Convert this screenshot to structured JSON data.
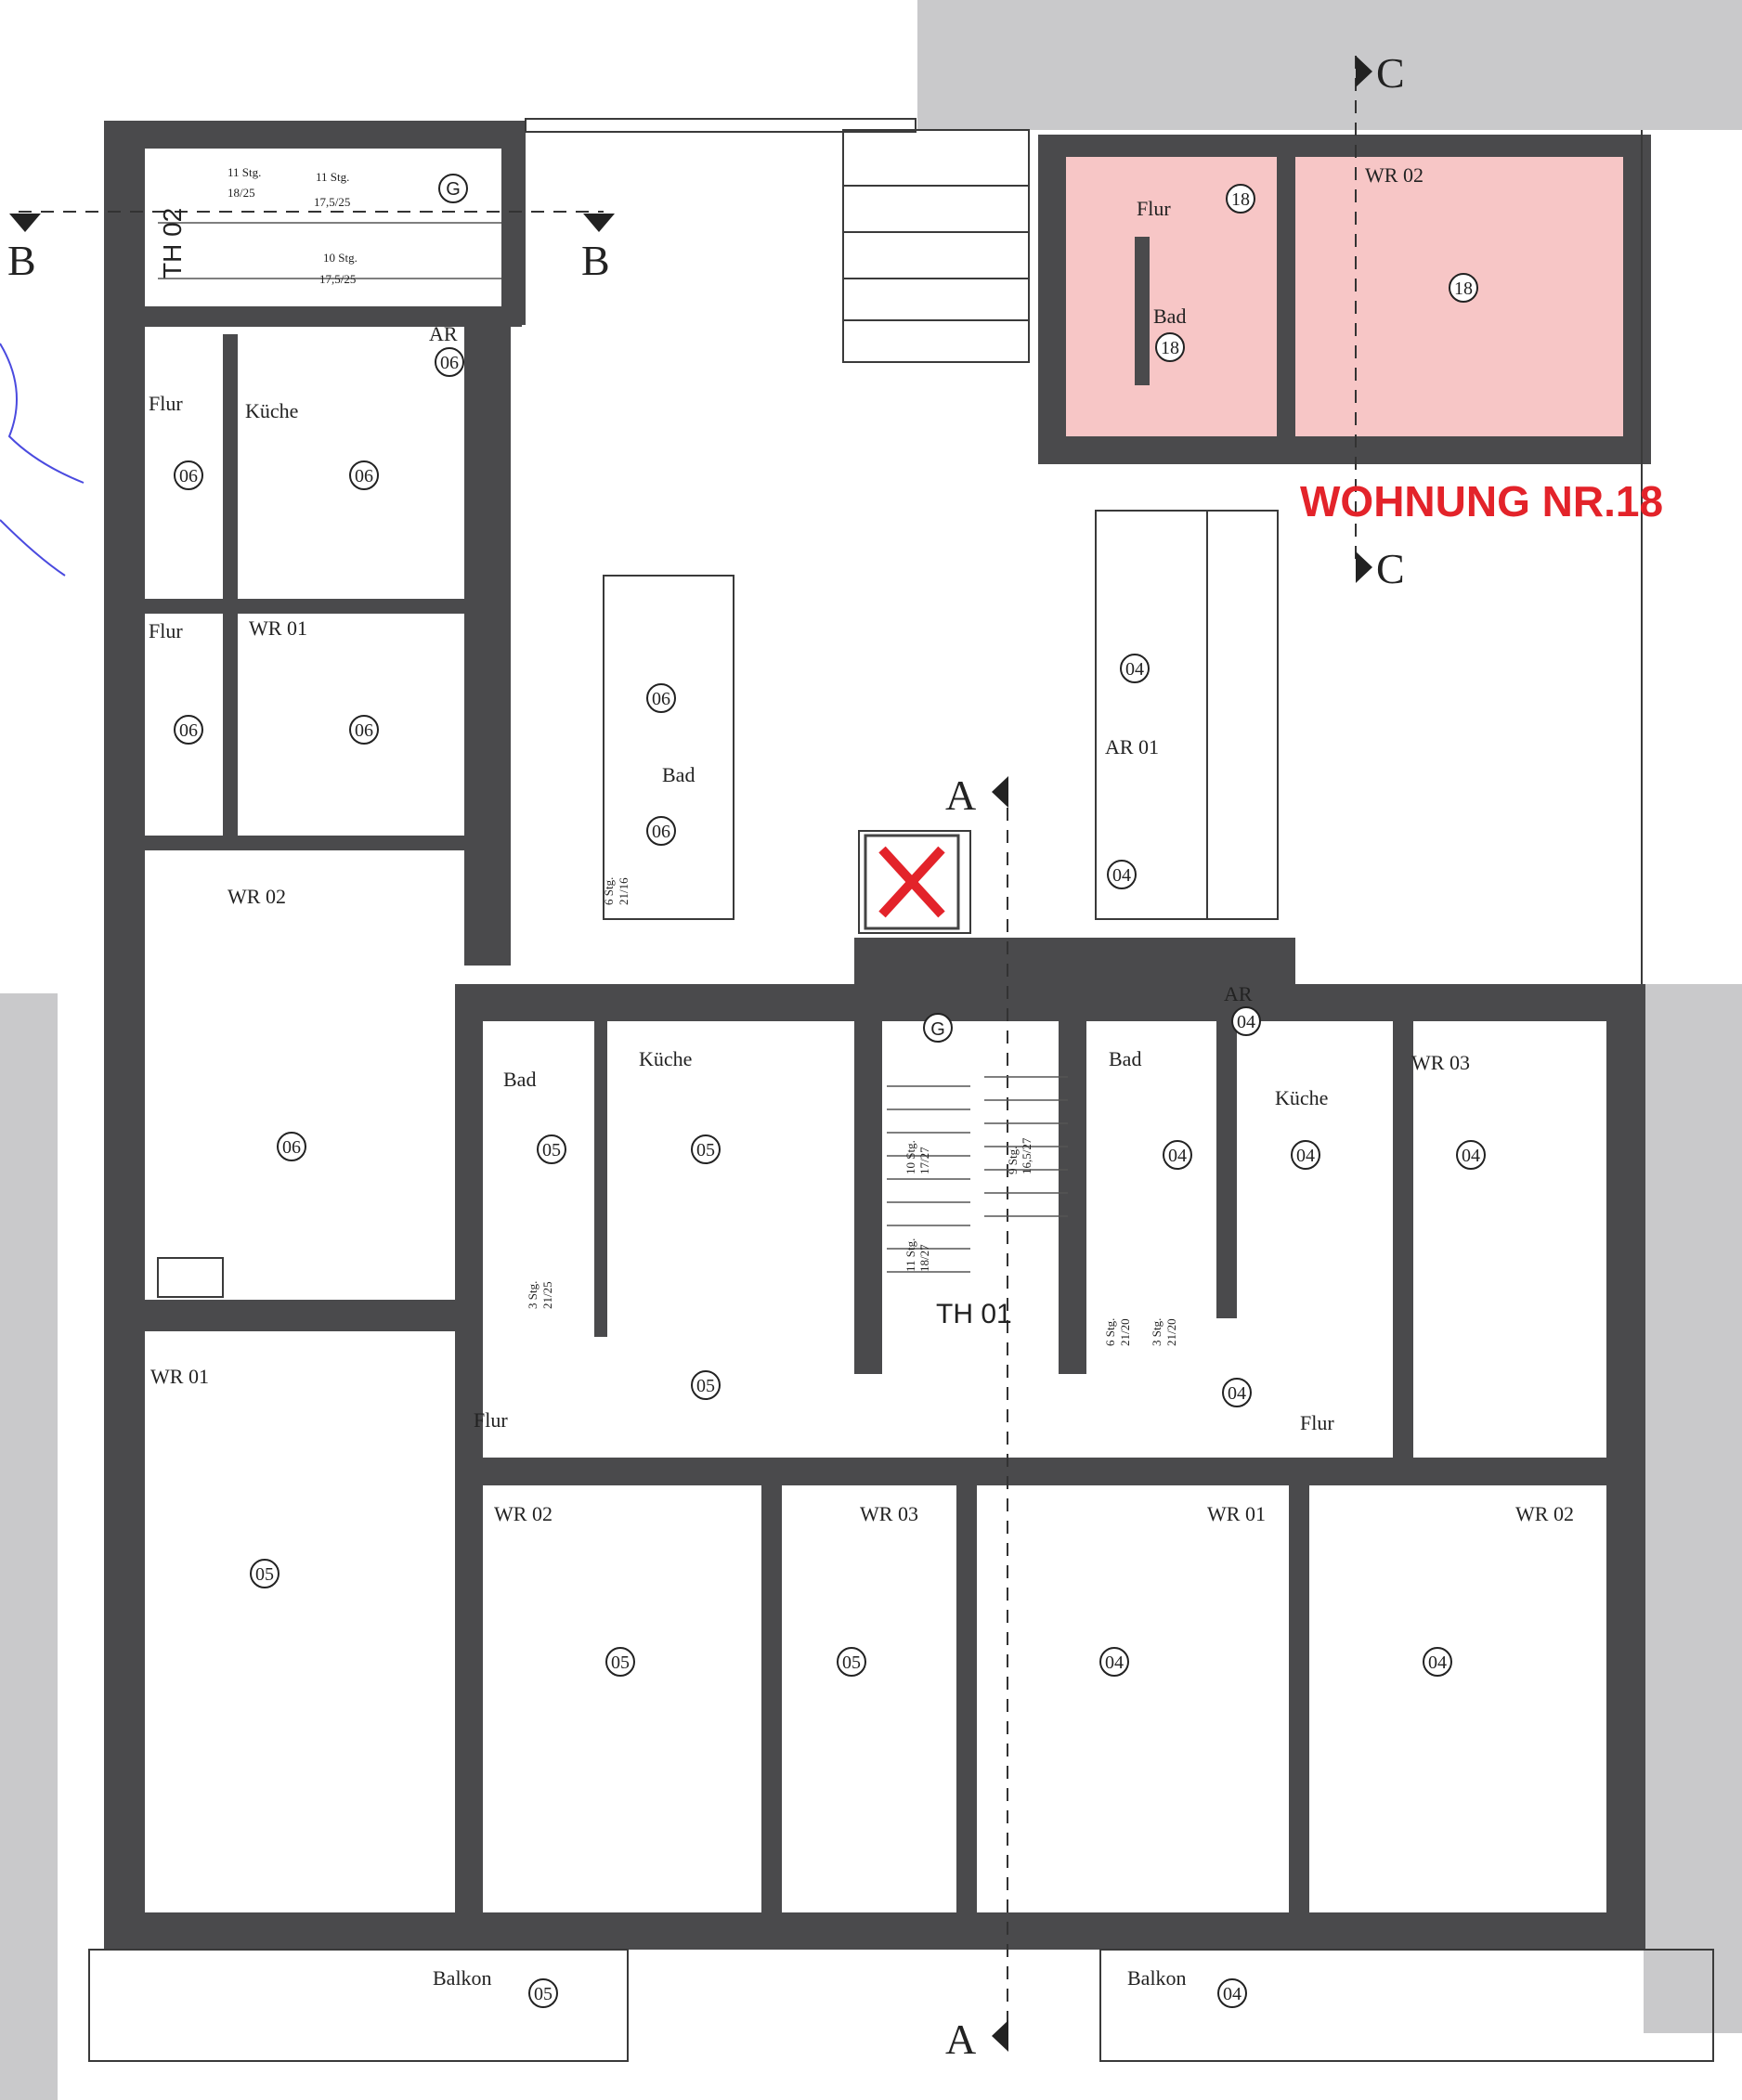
{
  "colors": {
    "wall": "#4a4a4c",
    "grey_area": "#c9c9cb",
    "highlight": "#f7c6c6",
    "red": "#e3232a",
    "line": "#3a3a3a"
  },
  "section_marks": {
    "a": "A",
    "b": "B",
    "c": "C"
  },
  "title": "WOHNUNG NR.18",
  "stairs": {
    "th01": "TH 01",
    "th02": "TH 02",
    "g": "G",
    "th02_flight1_count": "11 Stg.",
    "th02_flight1_ratio": "18/25",
    "th02_flight2_count": "11 Stg.",
    "th02_flight2_ratio": "17,5/25",
    "th02_flight3_count": "10 Stg.",
    "th02_flight3_ratio": "17,5/25",
    "th01_flight1_count": "10 Stg.",
    "th01_flight1_ratio": "17/27",
    "th01_flight2_count": "11 Stg.",
    "th01_flight2_ratio": "18/27",
    "th01_flight3_count": "9 Stg.",
    "th01_flight3_ratio": "16,5/27",
    "small_6_stg_a": "6 Stg.",
    "small_6_ratio_a": "21/16",
    "small_3_stg_a": "3 Stg.",
    "small_3_ratio_a": "21/25",
    "small_6_stg_b": "6 Stg.",
    "small_6_ratio_b": "21/20",
    "small_3_stg_b": "3 Stg.",
    "small_3_ratio_b": "21/20"
  },
  "rooms": {
    "flur": "Flur",
    "kueche": "Küche",
    "bad": "Bad",
    "ar": "AR",
    "ar01": "AR 01",
    "wr01": "WR 01",
    "wr02": "WR 02",
    "wr03": "WR 03",
    "balkon": "Balkon"
  },
  "unit_numbers": {
    "u04": "04",
    "u05": "05",
    "u06": "06",
    "u18": "18"
  }
}
